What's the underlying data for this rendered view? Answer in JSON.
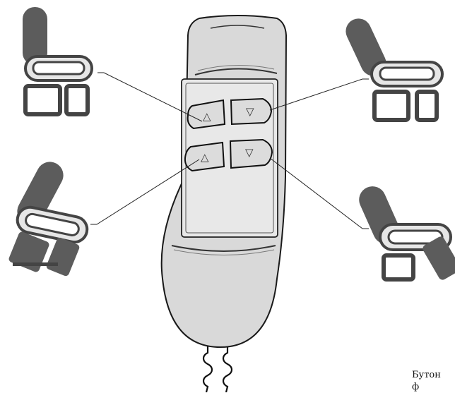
{
  "remote": {
    "buttons": [
      {
        "id": "back-up",
        "glyph": "△"
      },
      {
        "id": "back-down",
        "glyph": "▽"
      },
      {
        "id": "leg-up",
        "glyph": "△"
      },
      {
        "id": "leg-down",
        "glyph": "▽"
      }
    ]
  },
  "caption": {
    "line1": "Бутон",
    "line2": "ф"
  },
  "colors": {
    "chair": "#5c5c5c",
    "chair_outline": "#444444",
    "remote_fill": "#d9d9d9",
    "remote_stroke": "#1a1a1a",
    "leader_line": "#222222"
  }
}
